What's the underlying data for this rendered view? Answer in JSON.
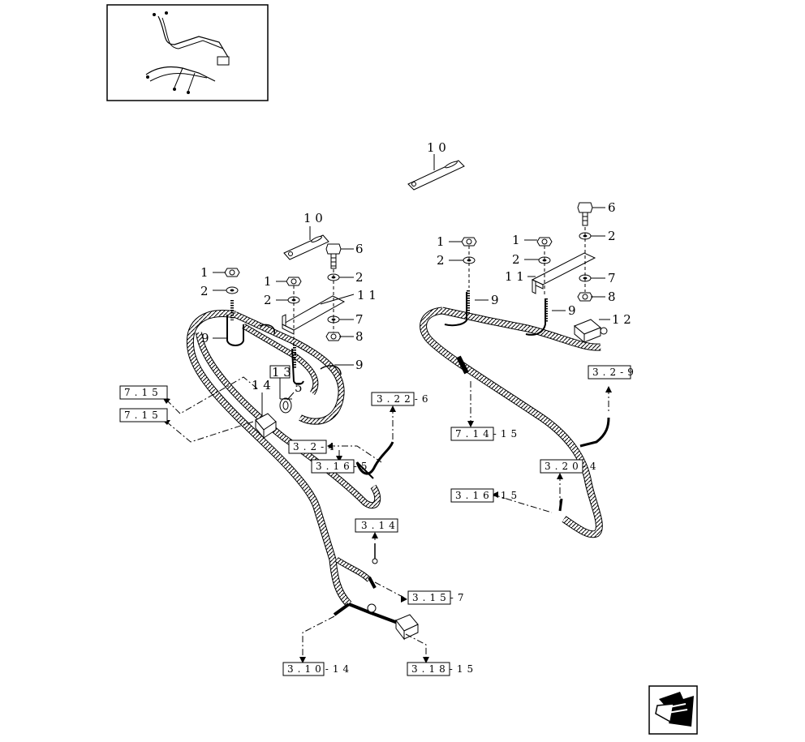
{
  "part_numbers": {
    "p1": "1",
    "p2": "2",
    "p5": "5",
    "p6": "6",
    "p7": "7",
    "p8": "8",
    "p9": "9",
    "p10": "1 0",
    "p11": "1 1",
    "p12": "1 2",
    "p13": "1 3",
    "p14": "1 4"
  },
  "references": {
    "r_7_15_a": "7 . 1 5",
    "r_7_15_b": "7 . 1 5",
    "r_3_22_6": "3 . 2 2 - 6",
    "r_3_2_4": "3 . 2 - 4",
    "r_3_16_5": "3 . 1 6 - 5",
    "r_3_14": "3 . 1 4",
    "r_3_15_7": "3 . 1 5 - 7",
    "r_3_10_14": "3 . 1 0 - 1 4",
    "r_3_18_15": "3 . 1 8 - 1 5",
    "r_7_14_15": "7 . 1 4 - 1 5",
    "r_3_2_9": "3 . 2 - 9",
    "r_3_20_4": "3 . 2 0 - 4",
    "r_3_16_15": "3 . 1 6 - 1 5"
  },
  "icons": {
    "thumbnail": "harness-thumbnail-icon",
    "navigation": "previous-page-arrow-icon"
  }
}
